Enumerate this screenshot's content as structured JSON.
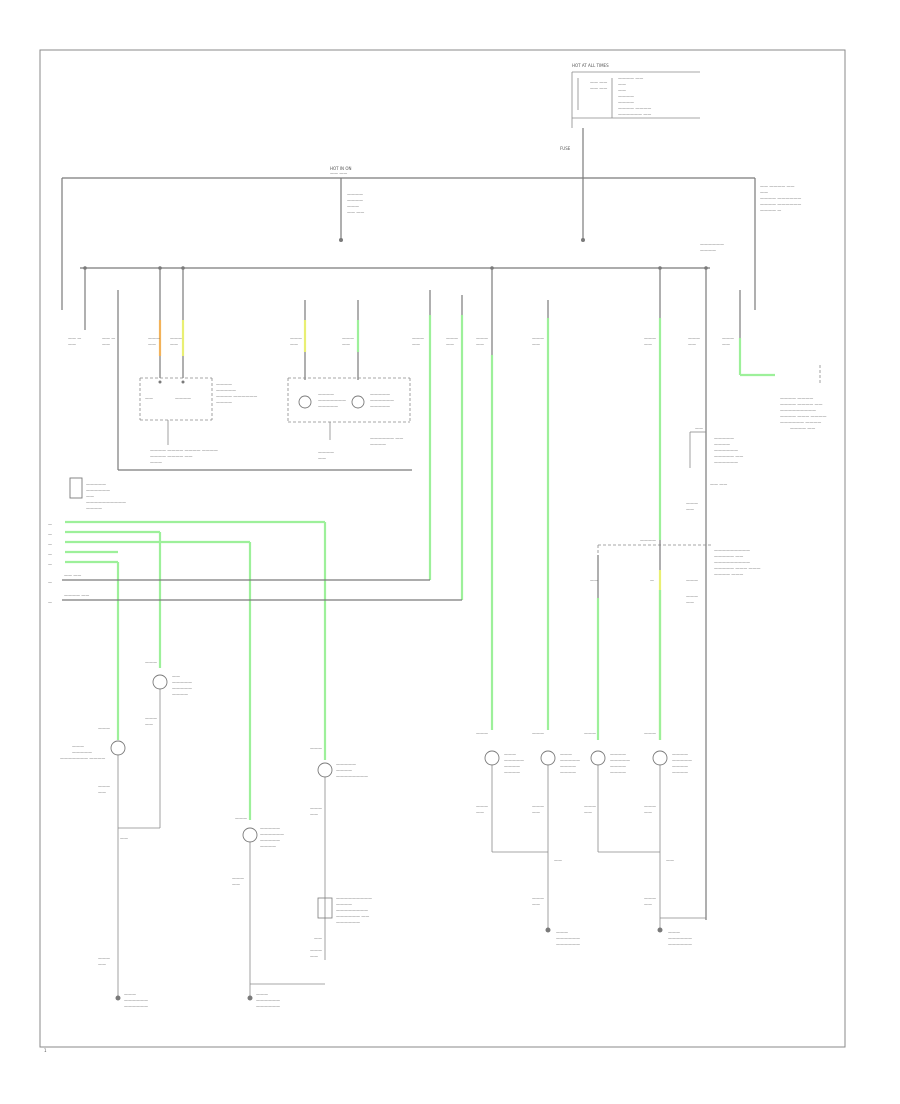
{
  "diagram": {
    "source_label": "HOT AT ALL TIMES",
    "fuse_label": "FUSE",
    "hot_label": "HOT IN ON",
    "body_label": "BODY",
    "page_number": "1"
  },
  "palette": {
    "wire": "#7a7a7a",
    "green": "#9df09a",
    "green_yellow": "#e9ef73",
    "orange": "#f2b25a"
  }
}
